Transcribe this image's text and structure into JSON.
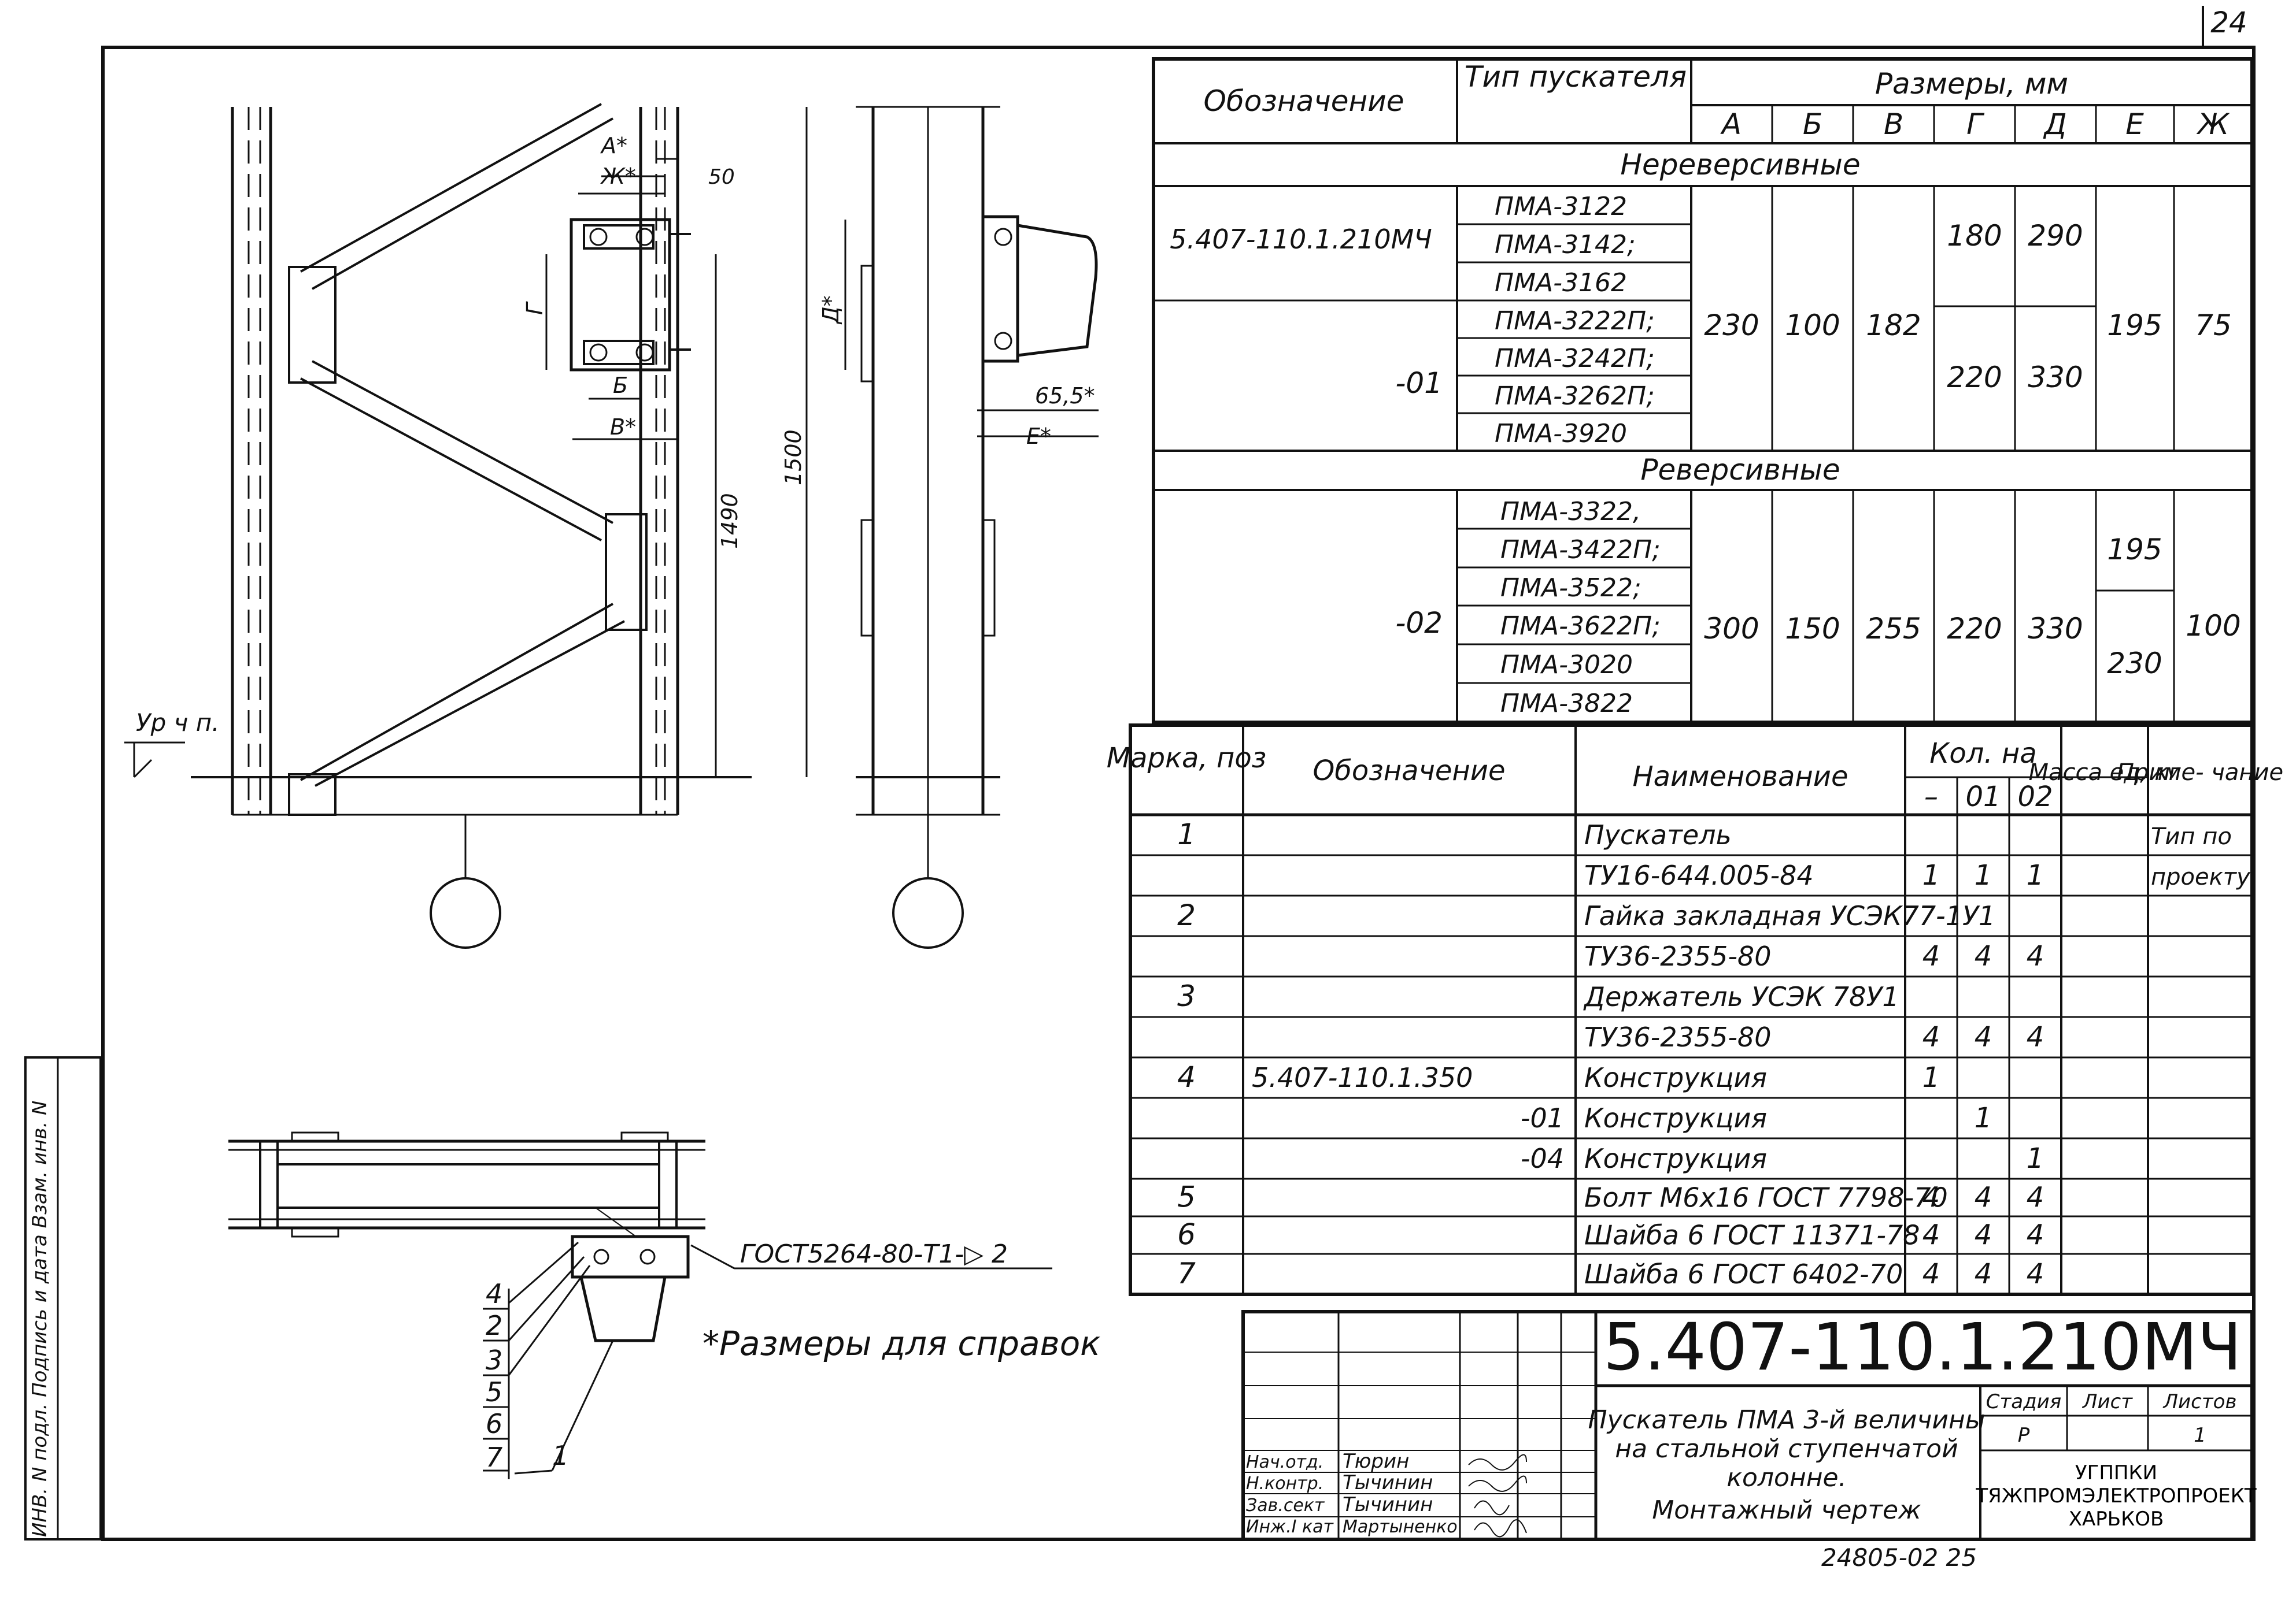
{
  "page_number": "24",
  "footer_code": "24805-02   25",
  "side_stamp": "ИНВ. N подл.   Подпись и дата   Взам. инв. N",
  "drawing": {
    "level_label": "Ур ч п.",
    "dim_A": "А*",
    "dim_Zh": "Ж*",
    "dim_50": "50",
    "dim_G": "Г",
    "dim_B": "Б",
    "dim_V": "В*",
    "dim_1490": "1490",
    "dim_1500": "1500",
    "dim_D": "Д*",
    "dim_65_5": "65,5*",
    "dim_E": "Е*",
    "weld_note": "ГОСТ5264-80-Т1-▷ 2",
    "callouts": [
      "4",
      "2",
      "3",
      "5",
      "6",
      "7",
      "1"
    ],
    "reference_note": "*Размеры для справок"
  },
  "dim_table": {
    "h_designation": "Обозначение",
    "h_type": "Тип пускателя",
    "h_sizes": "Размеры, мм",
    "size_cols": [
      "А",
      "Б",
      "В",
      "Г",
      "Д",
      "Е",
      "Ж"
    ],
    "sec_nonrev": "Нереверсивные",
    "sec_rev": "Реверсивные",
    "g1_designation": "5.407-110.1.210МЧ",
    "g1_types": [
      "ПМА-3122",
      "ПМА-3142;",
      "ПМА-3162"
    ],
    "g2_designation": "-01",
    "g2_types": [
      "ПМА-3222П;",
      "ПМА-3242П;",
      "ПМА-3262П;",
      "ПМА-3920"
    ],
    "nonrev_A": "230",
    "nonrev_B": "100",
    "nonrev_V": "182",
    "g1_G": "180",
    "g1_D": "290",
    "g2_G": "220",
    "g2_D": "330",
    "nonrev_E": "195",
    "nonrev_Zh": "75",
    "g3_designation": "-02",
    "g3_types": [
      "ПМА-3322,",
      "ПМА-3422П;",
      "ПМА-3522;",
      "ПМА-3622П;",
      "ПМА-3020",
      "ПМА-3822"
    ],
    "rev_A": "300",
    "rev_B": "150",
    "rev_V": "255",
    "rev_G": "220",
    "rev_D": "330",
    "rev_E1": "195",
    "rev_E2": "230",
    "rev_Zh": "100"
  },
  "spec_table": {
    "h_mark": "Марка, поз",
    "h_designation": "Обозначение",
    "h_name": "Наименование",
    "h_qty": "Кол. на",
    "h_qty_cols": [
      "–",
      "01",
      "02"
    ],
    "h_mass": "Масса ед, кг",
    "h_note": "Приме- чание",
    "rows": [
      {
        "pos": "1",
        "des": "",
        "name": "Пускатель",
        "q0": "",
        "q1": "",
        "q2": "",
        "mass": "",
        "note": "Тип по"
      },
      {
        "pos": "",
        "des": "",
        "name": "ТУ16-644.005-84",
        "q0": "1",
        "q1": "1",
        "q2": "1",
        "mass": "",
        "note": "проекту"
      },
      {
        "pos": "2",
        "des": "",
        "name": "Гайка закладная УСЭК77-1У1",
        "q0": "",
        "q1": "",
        "q2": "",
        "mass": "",
        "note": ""
      },
      {
        "pos": "",
        "des": "",
        "name": "ТУ36-2355-80",
        "q0": "4",
        "q1": "4",
        "q2": "4",
        "mass": "",
        "note": ""
      },
      {
        "pos": "3",
        "des": "",
        "name": "Держатель УСЭК 78У1",
        "q0": "",
        "q1": "",
        "q2": "",
        "mass": "",
        "note": ""
      },
      {
        "pos": "",
        "des": "",
        "name": "ТУ36-2355-80",
        "q0": "4",
        "q1": "4",
        "q2": "4",
        "mass": "",
        "note": ""
      },
      {
        "pos": "4",
        "des": "5.407-110.1.350",
        "name": "Конструкция",
        "q0": "1",
        "q1": "",
        "q2": "",
        "mass": "",
        "note": ""
      },
      {
        "pos": "",
        "des": "-01",
        "name": "Конструкция",
        "q0": "",
        "q1": "1",
        "q2": "",
        "mass": "",
        "note": ""
      },
      {
        "pos": "",
        "des": "-04",
        "name": "Конструкция",
        "q0": "",
        "q1": "",
        "q2": "1",
        "mass": "",
        "note": ""
      },
      {
        "pos": "5",
        "des": "",
        "name": "Болт М6х16 ГОСТ 7798-70",
        "q0": "4",
        "q1": "4",
        "q2": "4",
        "mass": "",
        "note": ""
      },
      {
        "pos": "6",
        "des": "",
        "name": "Шайба 6 ГОСТ 11371-78",
        "q0": "4",
        "q1": "4",
        "q2": "4",
        "mass": "",
        "note": ""
      },
      {
        "pos": "7",
        "des": "",
        "name": "Шайба 6 ГОСТ 6402-70",
        "q0": "4",
        "q1": "4",
        "q2": "4",
        "mass": "",
        "note": ""
      }
    ]
  },
  "title_block": {
    "doc_number": "5.407-110.1.210МЧ",
    "title_lines": [
      "Пускатель ПМА 3-й величины",
      "на стальной ступенчатой",
      "колонне.",
      "Монтажный чертеж"
    ],
    "h_stage": "Стадия",
    "h_sheet": "Лист",
    "h_sheets": "Листов",
    "stage": "Р",
    "sheet": "",
    "sheets": "1",
    "org_lines": [
      "УГППКИ",
      "ТЯЖПРОМЭЛЕКТРОПРОЕКТ",
      "ХАРЬКОВ"
    ],
    "roles": [
      "Нач.отд.",
      "Н.контр.",
      "Зав.сект",
      "Инж.I кат"
    ],
    "names": [
      "Тюрин",
      "Тычинин",
      "Тычинин",
      "Мартыненко"
    ]
  }
}
